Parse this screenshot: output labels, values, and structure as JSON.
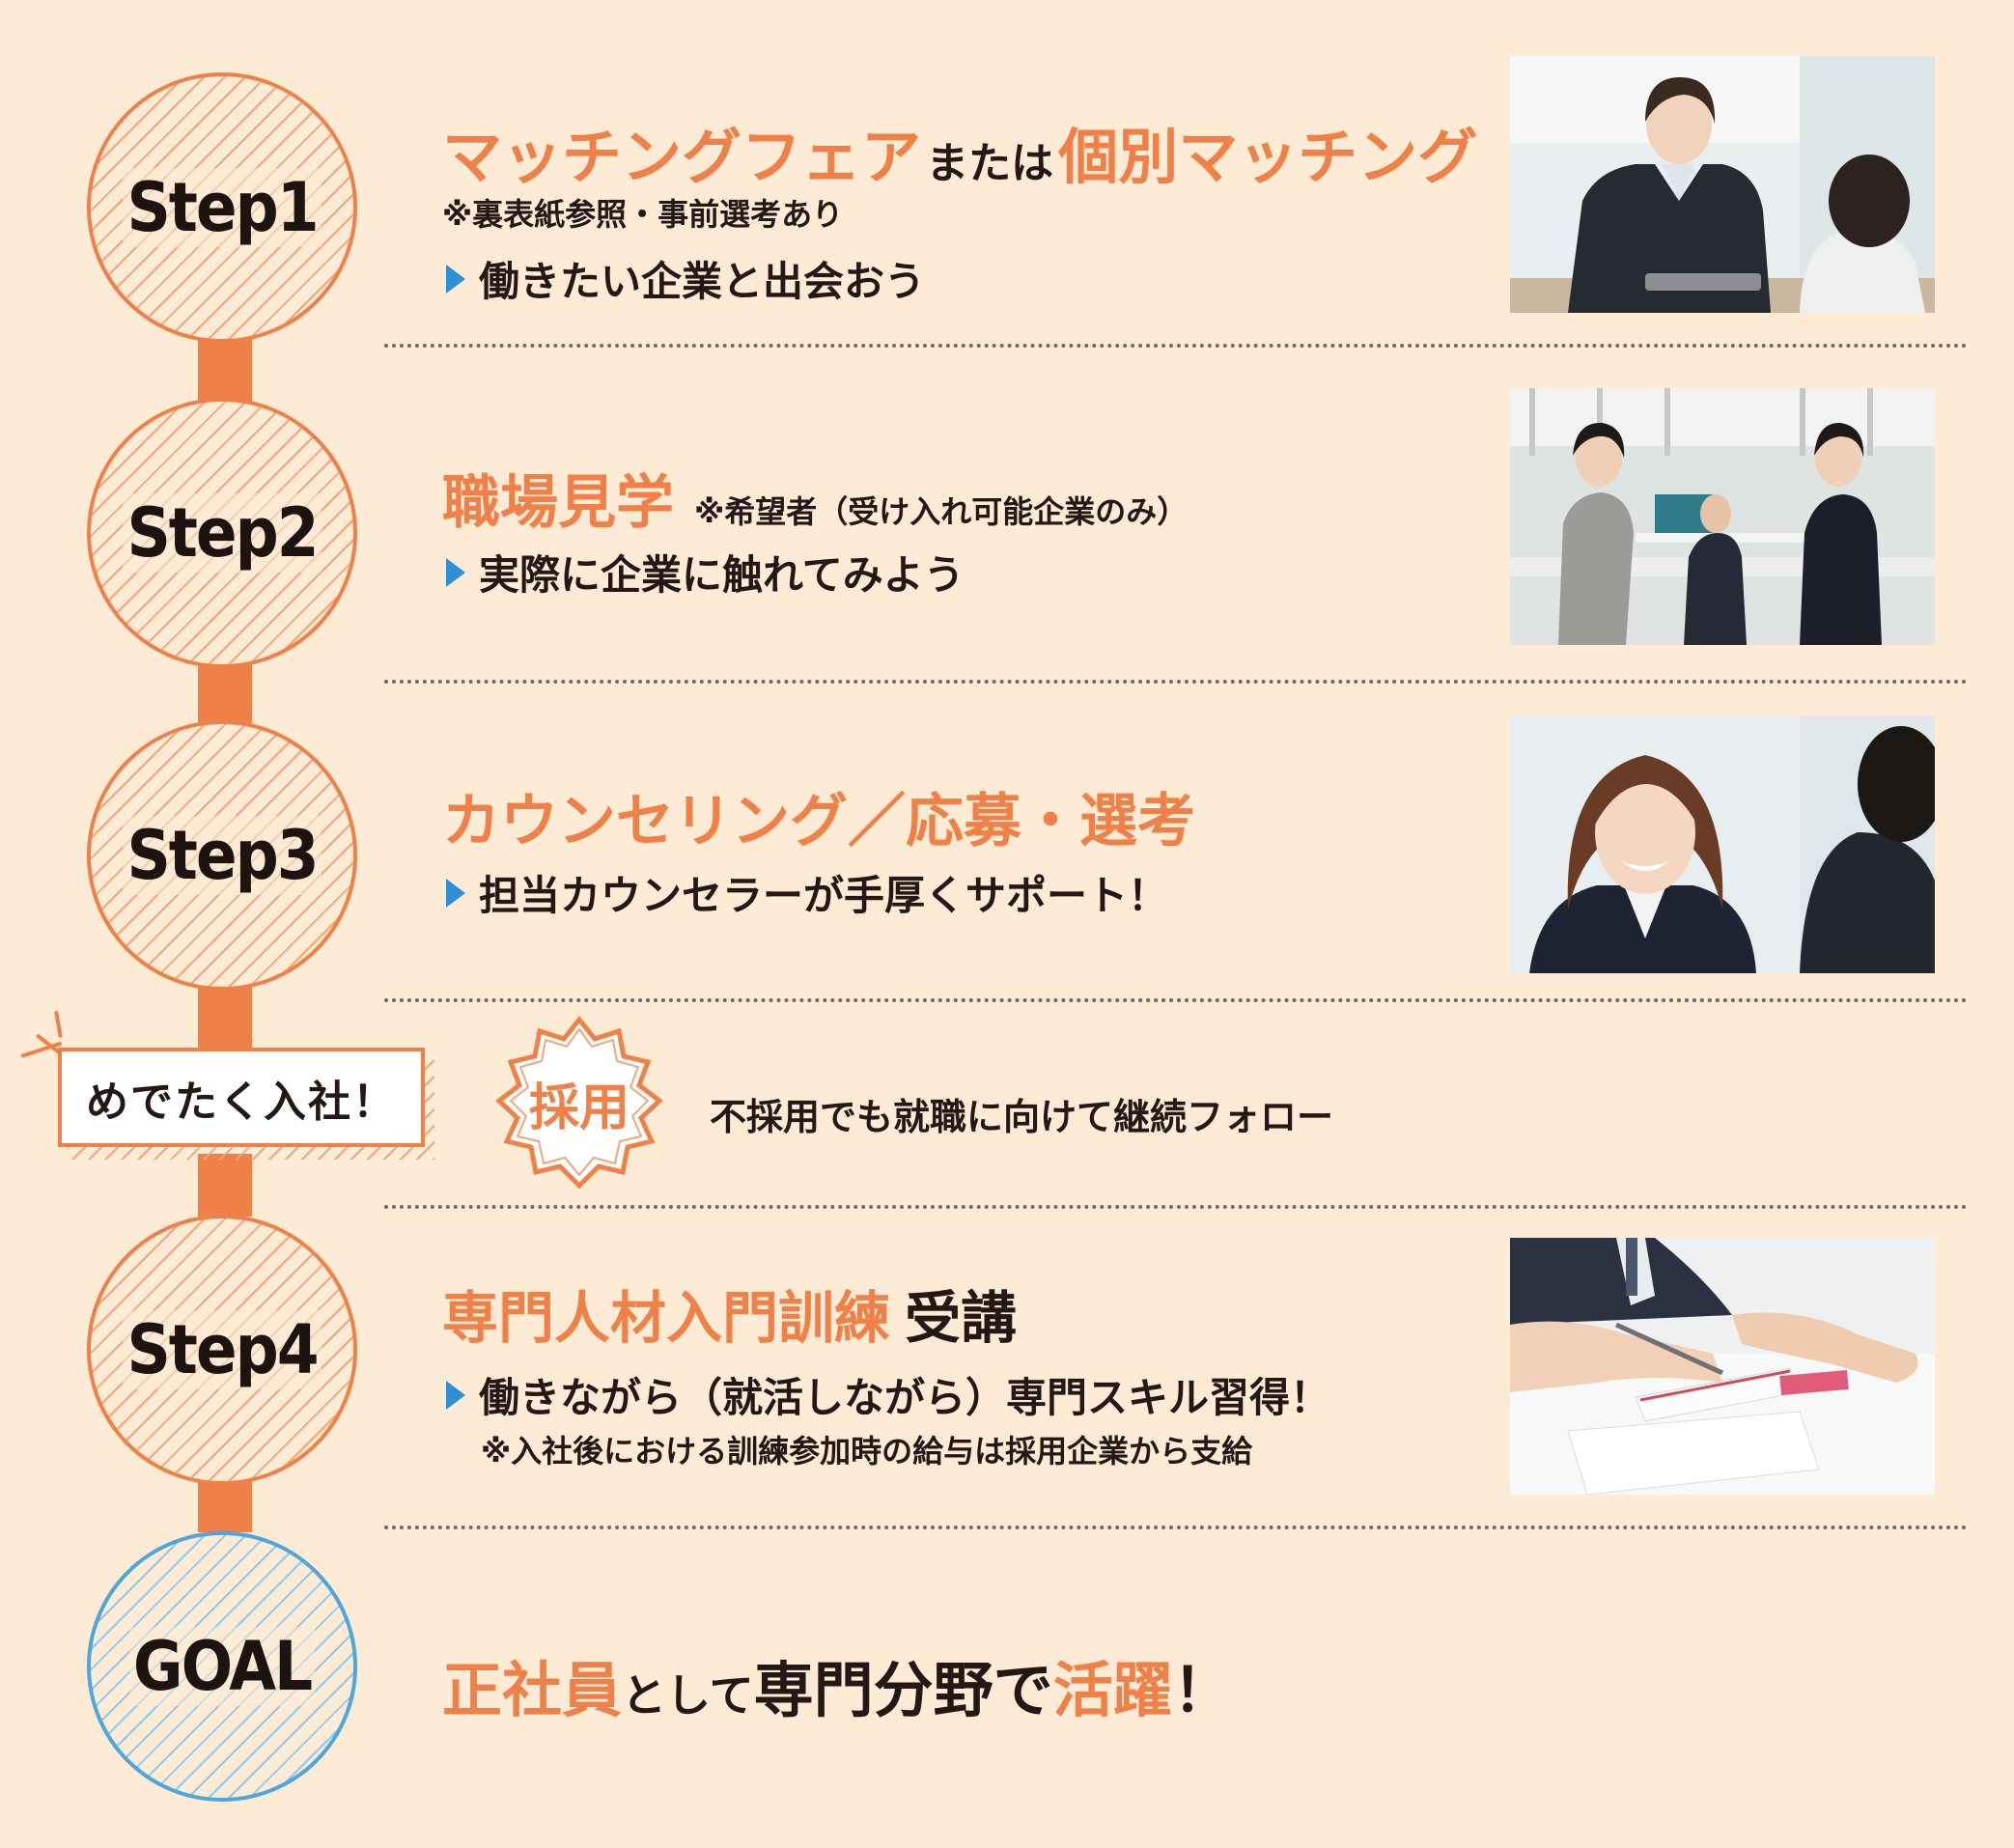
{
  "steps": [
    {
      "label": "Step1",
      "title_a": "マッチングフェア",
      "title_b": "または",
      "title_c": "個別マッチング",
      "note": "※裏表紙参照・事前選考あり",
      "bullet": "働きたい企業と出会おう"
    },
    {
      "label": "Step2",
      "title_a": "職場見学",
      "note": "※希望者（受け入れ可能企業のみ）",
      "bullet": "実際に企業に触れてみよう"
    },
    {
      "label": "Step3",
      "title_a": "カウンセリング／応募・選考",
      "bullet": "担当カウンセラーが手厚くサポート！"
    },
    {
      "label": "Step4",
      "title_a": "専門人材入門訓練",
      "title_b": "受講",
      "bullet": "働きながら（就活しながら）専門スキル習得！",
      "note": "※入社後における訓練参加時の給与は採用企業から支給"
    }
  ],
  "entry": {
    "badge": "めでたく入社！",
    "seal": "採用",
    "follow": "不採用でも就職に向けて継続フォロー"
  },
  "goal": {
    "label": "GOAL",
    "t1": "正社員",
    "t2": "として",
    "t3": "専門分野で",
    "t4": "活躍",
    "t5": "！"
  },
  "colors": {
    "background": "#fdebd5",
    "accent_orange": "#ee8048",
    "goal_blue": "#4ea6dc",
    "bullet_blue": "#2f8fd4"
  }
}
